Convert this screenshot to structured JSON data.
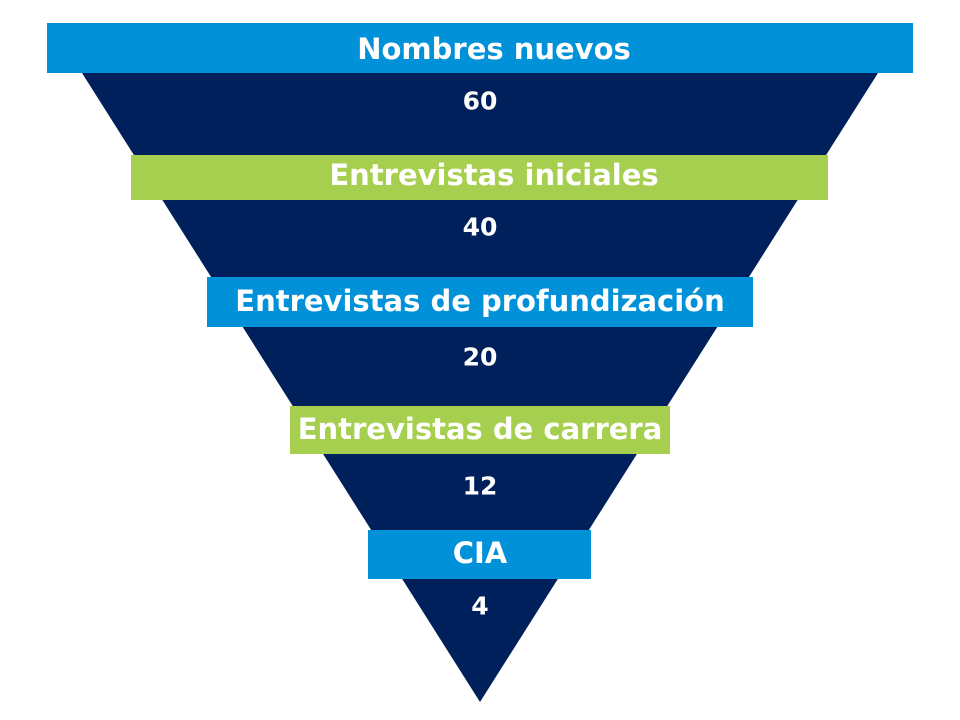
{
  "funnel": {
    "body_color": "#00205c",
    "band_colors": {
      "blue": "#0091d9",
      "green": "#a6cf4f"
    },
    "stages": [
      {
        "label": "Nombres nuevos",
        "value": "60",
        "color": "blue"
      },
      {
        "label": "Entrevistas iniciales",
        "value": "40",
        "color": "green"
      },
      {
        "label": "Entrevistas de profundización",
        "value": "20",
        "color": "blue"
      },
      {
        "label": "Entrevistas de carrera",
        "value": "12",
        "color": "green"
      },
      {
        "label": "CIA",
        "value": "4",
        "color": "blue"
      }
    ]
  }
}
